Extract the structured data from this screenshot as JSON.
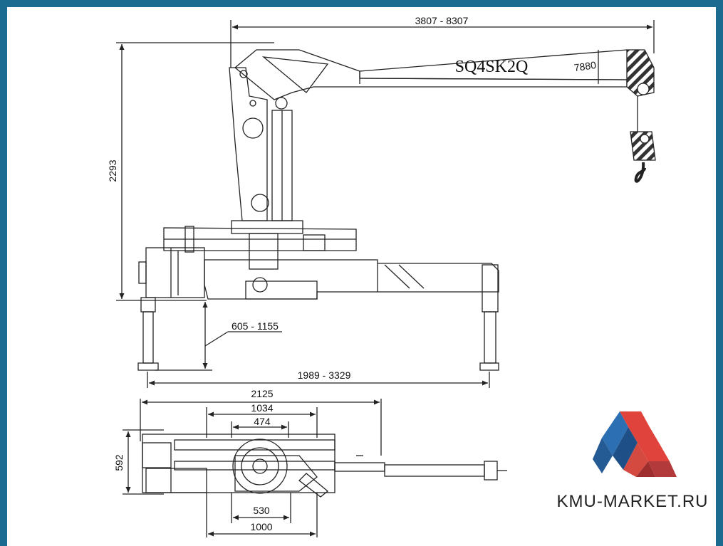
{
  "colors": {
    "frame": "#1b6a8f",
    "line": "#222222",
    "logo_red": "#e0433b",
    "logo_blue": "#2d6fb3",
    "logo_dark_red": "#b23a3a"
  },
  "crane": {
    "model": "SQ4SK2Q",
    "boom_note": "7880"
  },
  "dimensions": {
    "reach": "3807 - 8307",
    "height": "2293",
    "outrigger_drop": "605 - 1155",
    "outrigger_span": "1989 - 3329",
    "overall_width": "2125",
    "width_1034": "1034",
    "width_474": "474",
    "depth": "592",
    "width_530": "530",
    "width_1000": "1000"
  },
  "logo": {
    "text": "KMU-MARKET.RU"
  }
}
